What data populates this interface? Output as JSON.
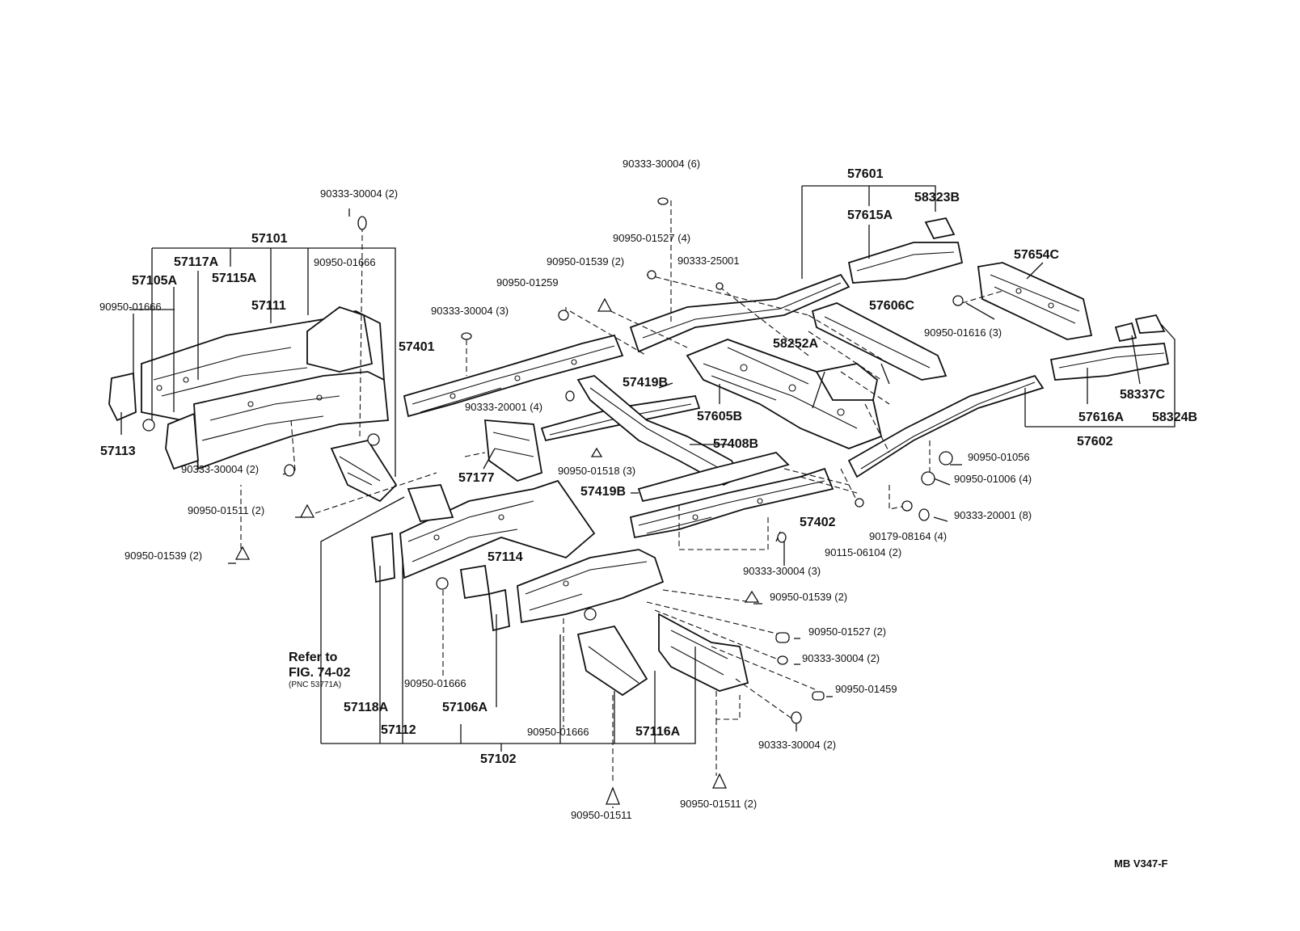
{
  "diagram": {
    "code": "MB V347-F",
    "refer_note": {
      "line1": "Refer to",
      "line2": "FIG. 74-02",
      "line3": "(PNC 53771A)"
    },
    "labels": {
      "p57101": "57101",
      "p57117A": "57117A",
      "p57105A": "57105A",
      "p57115A": "57115A",
      "p57111": "57111",
      "p57113": "57113",
      "f90950_01666_left": "90950-01666",
      "f90950_01666_top": "90950-01666",
      "f90333_30004_2_top": "90333-30004 (2)",
      "f90333_30004_2_left": "90333-30004 (2)",
      "f90950_01511_2_left": "90950-01511 (2)",
      "f90950_01539_2_left": "90950-01539 (2)",
      "p57401": "57401",
      "f90333_30004_3_mid": "90333-30004 (3)",
      "f90950_01259": "90950-01259",
      "f90950_01539_2_top": "90950-01539 (2)",
      "f90950_01527_4": "90950-01527 (4)",
      "f90333_30004_6": "90333-30004 (6)",
      "f90333_25001": "90333-25001",
      "f90333_20001_4": "90333-20001 (4)",
      "p57419B_top": "57419B",
      "p57419B_bottom": "57419B",
      "p57408B": "57408B",
      "f90950_01518_3": "90950-01518 (3)",
      "p57177": "57177",
      "p57605B": "57605B",
      "p58252A": "58252A",
      "p57606C": "57606C",
      "p57601": "57601",
      "p58323B": "58323B",
      "p57615A": "57615A",
      "p57654C": "57654C",
      "f90950_01616_3": "90950-01616 (3)",
      "p58337C": "58337C",
      "p57616A": "57616A",
      "p58324B": "58324B",
      "p57602": "57602",
      "f90950_01056": "90950-01056",
      "f90950_01006_4": "90950-01006 (4)",
      "f90333_20001_8": "90333-20001 (8)",
      "f90179_08164_4": "90179-08164 (4)",
      "f90115_06104_2": "90115-06104 (2)",
      "p57402": "57402",
      "f90333_30004_3_bot": "90333-30004 (3)",
      "f90950_01539_2_right": "90950-01539 (2)",
      "f90950_01527_2": "90950-01527 (2)",
      "f90333_30004_2_right": "90333-30004 (2)",
      "f90950_01459": "90950-01459",
      "f90333_30004_2_bot": "90333-30004 (2)",
      "p57114": "57114",
      "f90950_01666_mid": "90950-01666",
      "p57106A": "57106A",
      "p57118A": "57118A",
      "p57112": "57112",
      "f90950_01666_bot": "90950-01666",
      "p57116A": "57116A",
      "p57102": "57102",
      "f90950_01511": "90950-01511",
      "f90950_01511_2_bot": "90950-01511 (2)"
    }
  }
}
